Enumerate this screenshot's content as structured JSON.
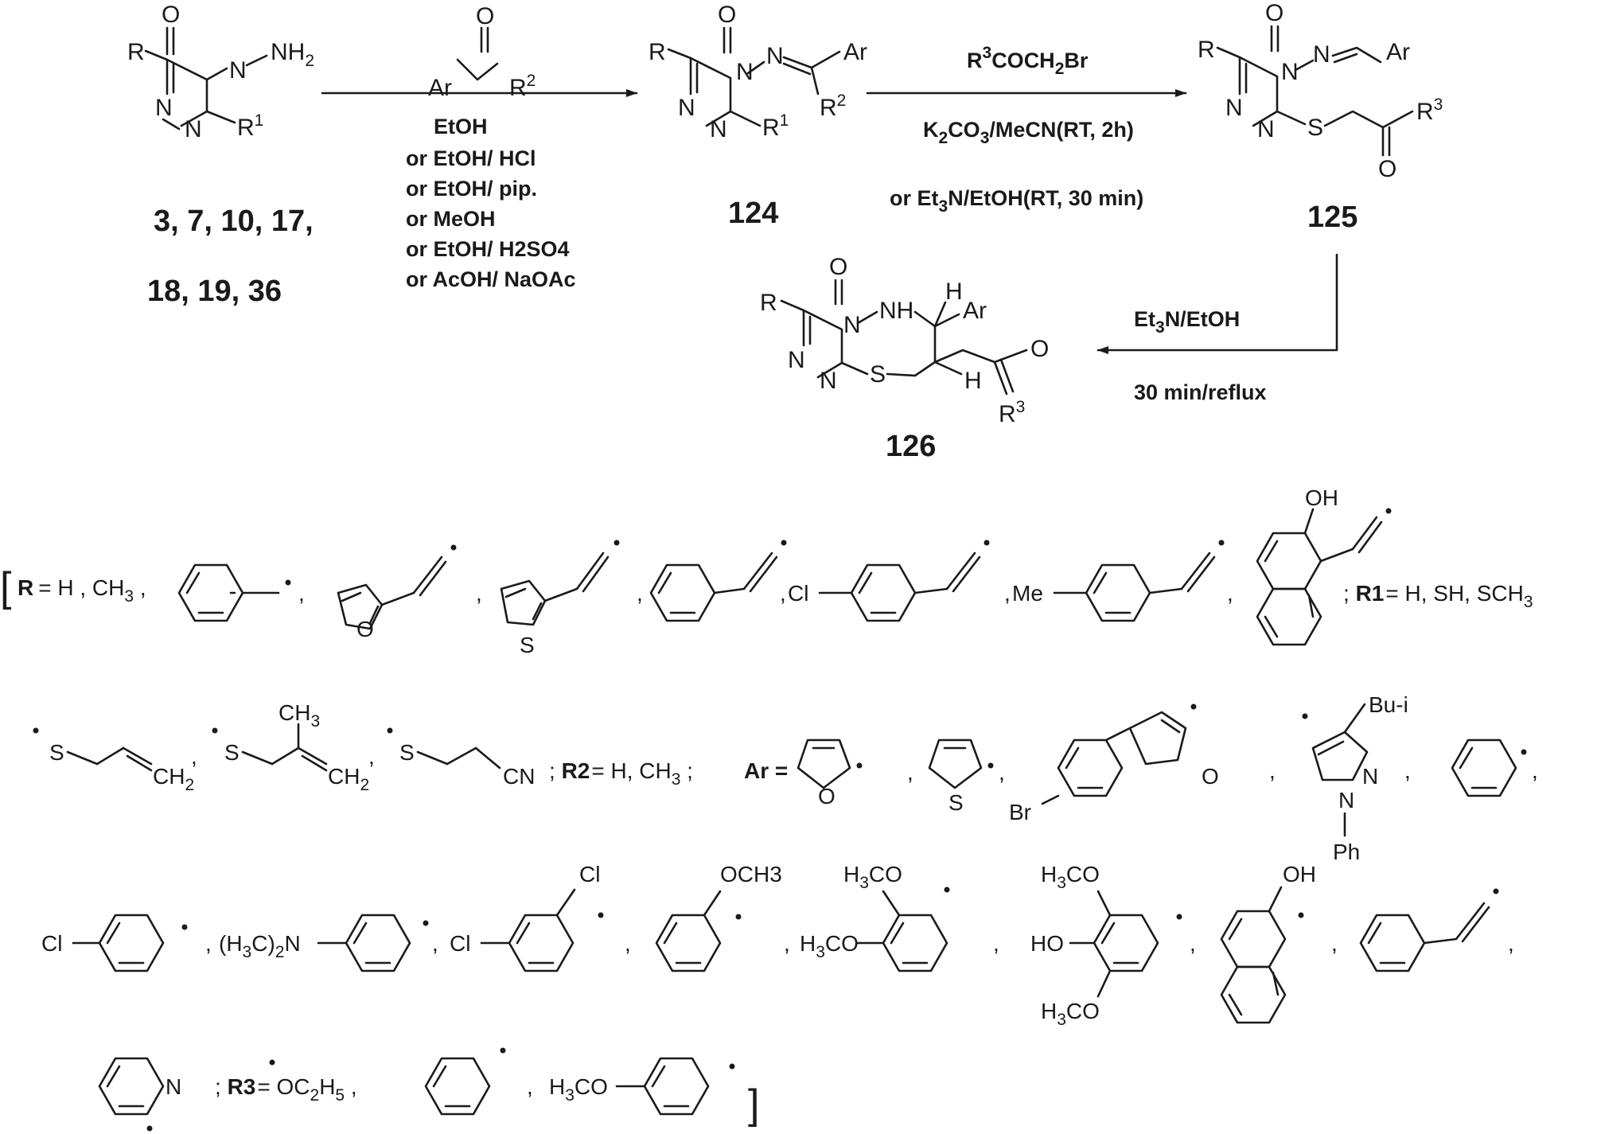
{
  "compounds": {
    "c3": {
      "label_line1": "3, 7, 10, 17,",
      "label_line2": "18, 19, 36"
    },
    "c124": {
      "label": "124"
    },
    "c125": {
      "label": "125"
    },
    "c126": {
      "label": "126"
    }
  },
  "atoms": {
    "R": "R",
    "O": "O",
    "N": "N",
    "S": "S",
    "H": "H",
    "Ar": "Ar",
    "NH": "NH",
    "R1": "R",
    "R1_sup": "1",
    "R2": "R",
    "R2_sup": "2",
    "R3": "R",
    "R3_sup": "3"
  },
  "step1": {
    "conditions": [
      "EtOH",
      "or EtOH/ HCl",
      "or EtOH/ pip.",
      "or MeOH",
      "or EtOH/ H2SO4",
      "or AcOH/ NaOAc"
    ]
  },
  "step2": {
    "reagent": "R3COCH2Br",
    "cond1": "K2CO3/MeCN(RT, 2h)",
    "cond2": "or Et3N/EtOH(RT, 30 min)"
  },
  "step3": {
    "cond1": "Et3N/EtOH",
    "cond2": "30 min/reflux"
  },
  "legend": {
    "R_label": "R",
    "R_values": "= H , CH3 ,",
    "R1_label": "R1",
    "R1_values": "= H, SH, SCH3",
    "R2_label": "R2",
    "R2_values": "= H, CH3 ;",
    "Ar_label": "Ar =",
    "R3_label": "R3",
    "R3_values": "= OC2H5",
    "Cl": "Cl",
    "Me": "Me",
    "OH": "OH",
    "CH3": "CH3",
    "CH2": "CH2",
    "CN": "CN",
    "Br": "Br",
    "Bu_i": "Bu-i",
    "Ph": "Ph",
    "NMe2": "(H3C)2N",
    "OCH3": "OCH3",
    "H3CO": "H3CO",
    "HO": "HO",
    "N_pyr": "N",
    "bracket_open": "[",
    "bracket_close": "]"
  },
  "colors": {
    "ink": "#1a1a1a",
    "background": "#ffffff"
  }
}
